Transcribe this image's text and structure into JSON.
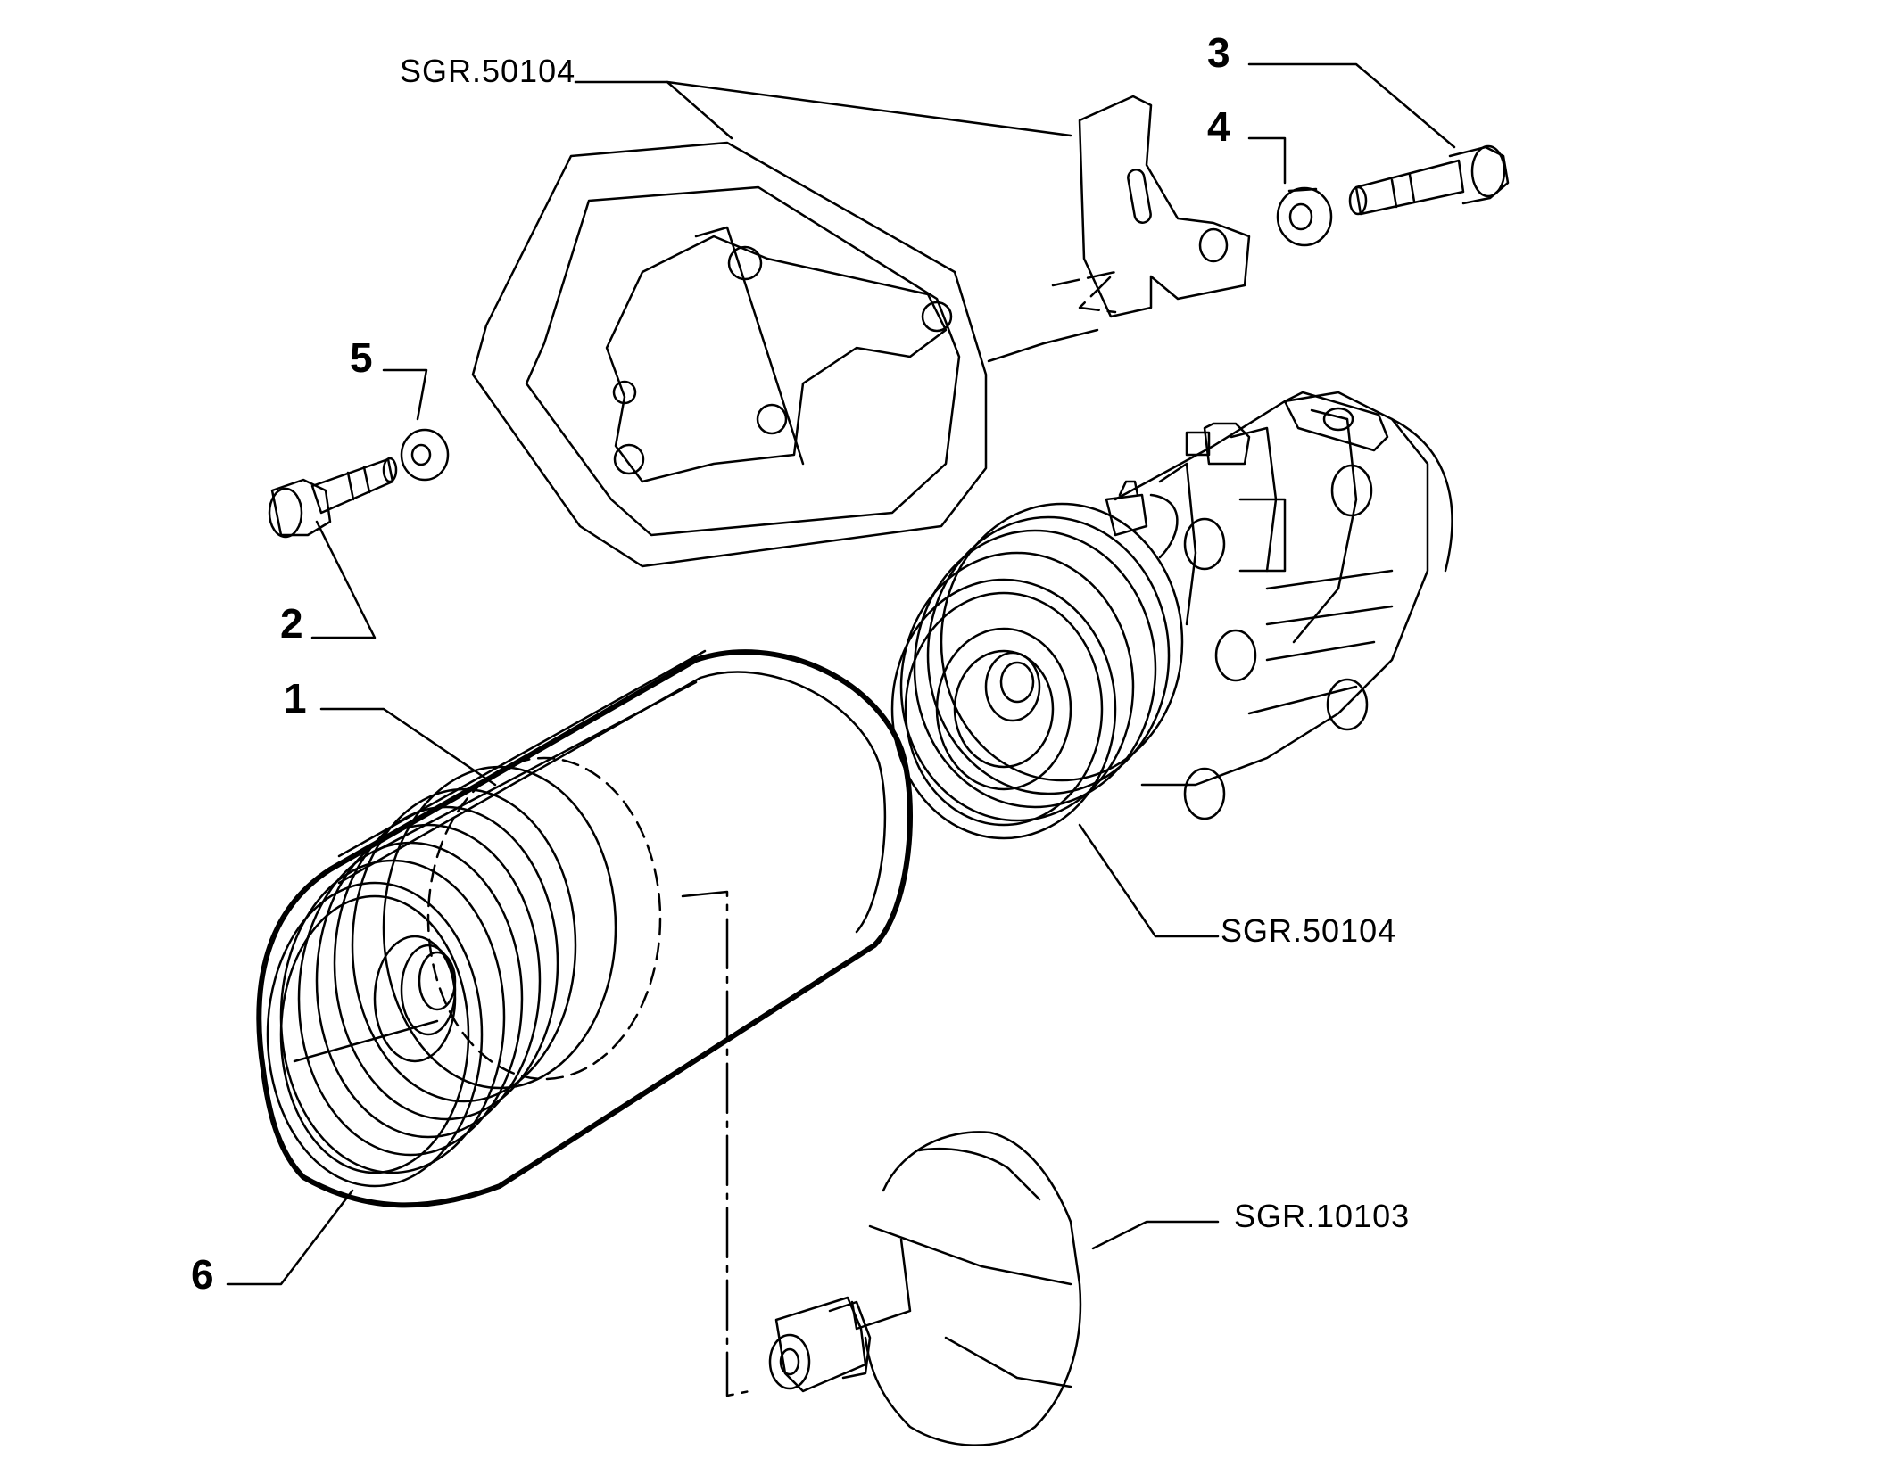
{
  "callouts": {
    "item_1": "1",
    "item_2": "2",
    "item_3": "3",
    "item_4": "4",
    "item_5": "5",
    "item_6": "6"
  },
  "references": {
    "bracket_ref": "SGR.50104",
    "compressor_ref": "SGR.50104",
    "crankshaft_ref": "SGR.10103"
  },
  "colors": {
    "ink": "#000000",
    "background": "#ffffff"
  }
}
